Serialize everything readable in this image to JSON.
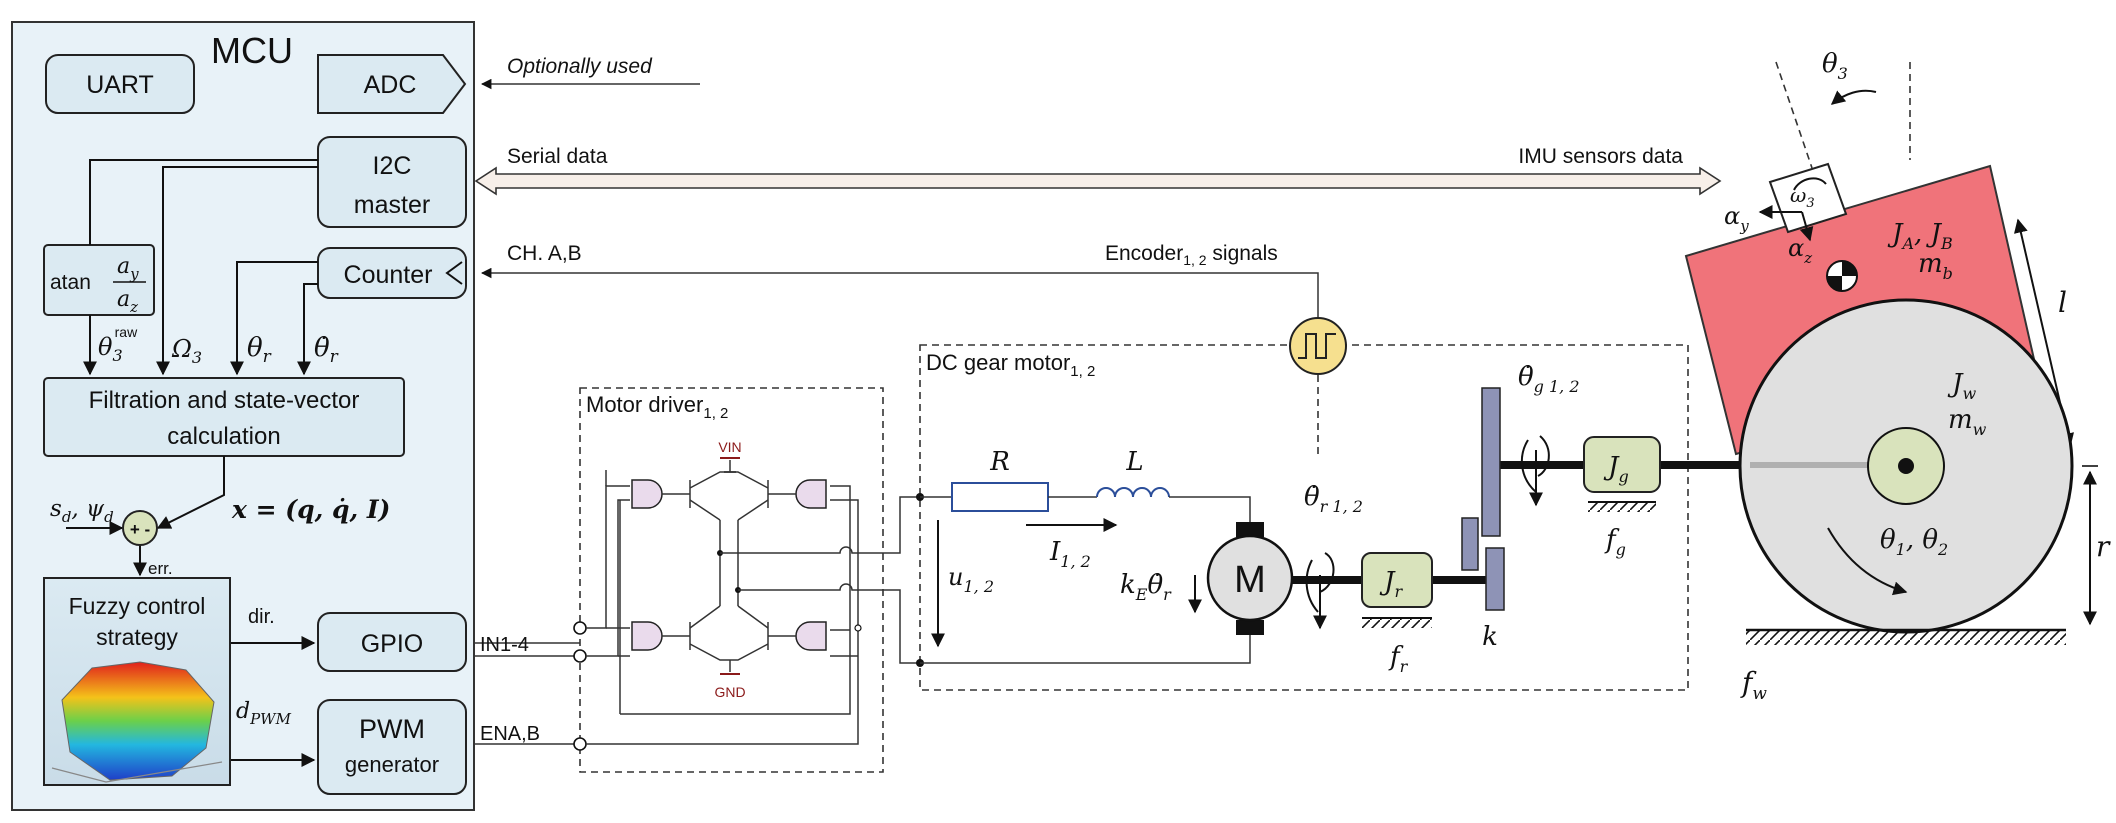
{
  "mcu": {
    "title": "MCU",
    "uart": "UART",
    "adc": "ADC",
    "i2c_line1": "I2C",
    "i2c_line2": "master",
    "counter": "Counter",
    "atan": "atan",
    "atan_num": "a",
    "atan_num_sub": "y",
    "atan_den": "a",
    "atan_den_sub": "z",
    "filt_line1": "Filtration and state-vector",
    "filt_line2": "calculation",
    "fuzzy_line1": "Fuzzy control",
    "fuzzy_line2": "strategy",
    "gpio": "GPIO",
    "pwm_line1": "PWM",
    "pwm_line2": "generator",
    "sum_sign": "+ -",
    "err": "err.",
    "dir": "dir.",
    "theta3_raw": "θ",
    "theta3_raw_sub": "3",
    "theta3_raw_sup": "raw",
    "omega3": "Ω",
    "omega3_sub": "3",
    "theta_r": "θ",
    "theta_r_sub": "r",
    "theta_r_dot": "θ̇",
    "theta_r_dot_sub": "r",
    "state_vector": "x = (q, q̇, I)",
    "sd_psid": "s",
    "sd_sub": "d",
    "psid": ", ψ",
    "psid_sub": "d",
    "d_pwm": "d",
    "d_pwm_sub": "PWM"
  },
  "signals": {
    "optionally_used": "Optionally used",
    "serial_data": "Serial data",
    "imu_data": "IMU sensors data",
    "ch_ab": "CH. A,B",
    "encoder": "Encoder",
    "encoder_sub": "1, 2",
    "encoder_tail": " signals",
    "in14": "IN1-4",
    "enab": "ENA,B"
  },
  "driver": {
    "title": "Motor driver",
    "title_sub": "1, 2",
    "vin": "VIN",
    "gnd": "GND"
  },
  "motor": {
    "title": "DC gear motor",
    "title_sub": "1, 2",
    "R": "R",
    "L": "L",
    "I": "I",
    "I_sub": "1, 2",
    "u": "u",
    "u_sub": "1, 2",
    "ke": "k",
    "ke_sub": "E",
    "ke_tail": "θ̇",
    "ke_tail_sub": "r",
    "M": "M",
    "Jr": "J",
    "Jr_sub": "r",
    "fr": "f",
    "fr_sub": "r",
    "theta_r12": "θ̇",
    "theta_r12_sub": "r 1, 2",
    "k": "k",
    "theta_g12": "θ̇",
    "theta_g12_sub": "g 1, 2",
    "Jg": "J",
    "Jg_sub": "g",
    "fg": "f",
    "fg_sub": "g"
  },
  "robot": {
    "theta3": "θ",
    "theta3_sub": "3",
    "omega3": "ω",
    "omega3_sub": "3",
    "alpha_y": "α",
    "alpha_y_sub": "y",
    "alpha_z": "α",
    "alpha_z_sub": "z",
    "JAJB": "J",
    "JA_sub": "A",
    "JB_mid": ", J",
    "JB_sub": "B",
    "mb": "m",
    "mb_sub": "b",
    "l": "l",
    "Jw": "J",
    "Jw_sub": "w",
    "mw": "m",
    "mw_sub": "w",
    "theta12": "θ",
    "theta12_sub": "1",
    "theta12_mid": ", θ",
    "theta12_sub2": "2",
    "r": "r",
    "fw": "f",
    "fw_sub": "w"
  },
  "colors": {
    "block_fill": "#dbeaf2",
    "body_fill": "#f0737a",
    "wheel_fill": "#e0e0e0",
    "inertia_fill": "#d9e3bc",
    "encoder_fill": "#f6e08f",
    "gear_fill": "#8e93b6"
  }
}
